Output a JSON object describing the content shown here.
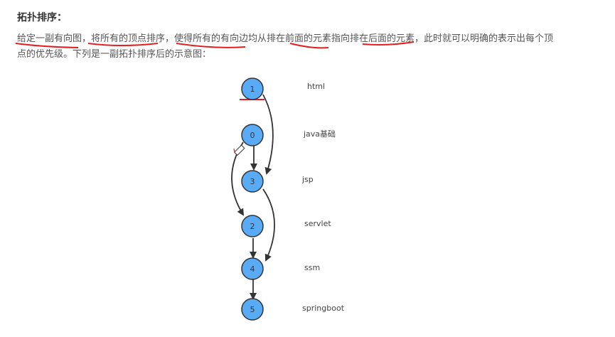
{
  "article": {
    "title": "拓扑排序：",
    "paragraph_line1": "给定一副有向图，将所有的顶点排序，使得所有的有向边均从排在前面的元素指向排在后面的元素，此时就可以明确的表示出每个顶",
    "paragraph_line2": "点的优先级。下列是一副拓扑排序后的示意图："
  },
  "diagram": {
    "node_color": "#5aabf5",
    "node_stroke": "#333333",
    "annotation_color": "#e02020",
    "nodes": [
      {
        "id": "1",
        "label": "html"
      },
      {
        "id": "0",
        "label": "java基础"
      },
      {
        "id": "3",
        "label": "jsp"
      },
      {
        "id": "2",
        "label": "servlet"
      },
      {
        "id": "4",
        "label": "ssm"
      },
      {
        "id": "5",
        "label": "springboot"
      }
    ],
    "edges": [
      {
        "from": "1",
        "to": "3"
      },
      {
        "from": "0",
        "to": "3"
      },
      {
        "from": "0",
        "to": "2"
      },
      {
        "from": "3",
        "to": "4"
      },
      {
        "from": "2",
        "to": "4"
      },
      {
        "from": "4",
        "to": "5"
      }
    ]
  }
}
